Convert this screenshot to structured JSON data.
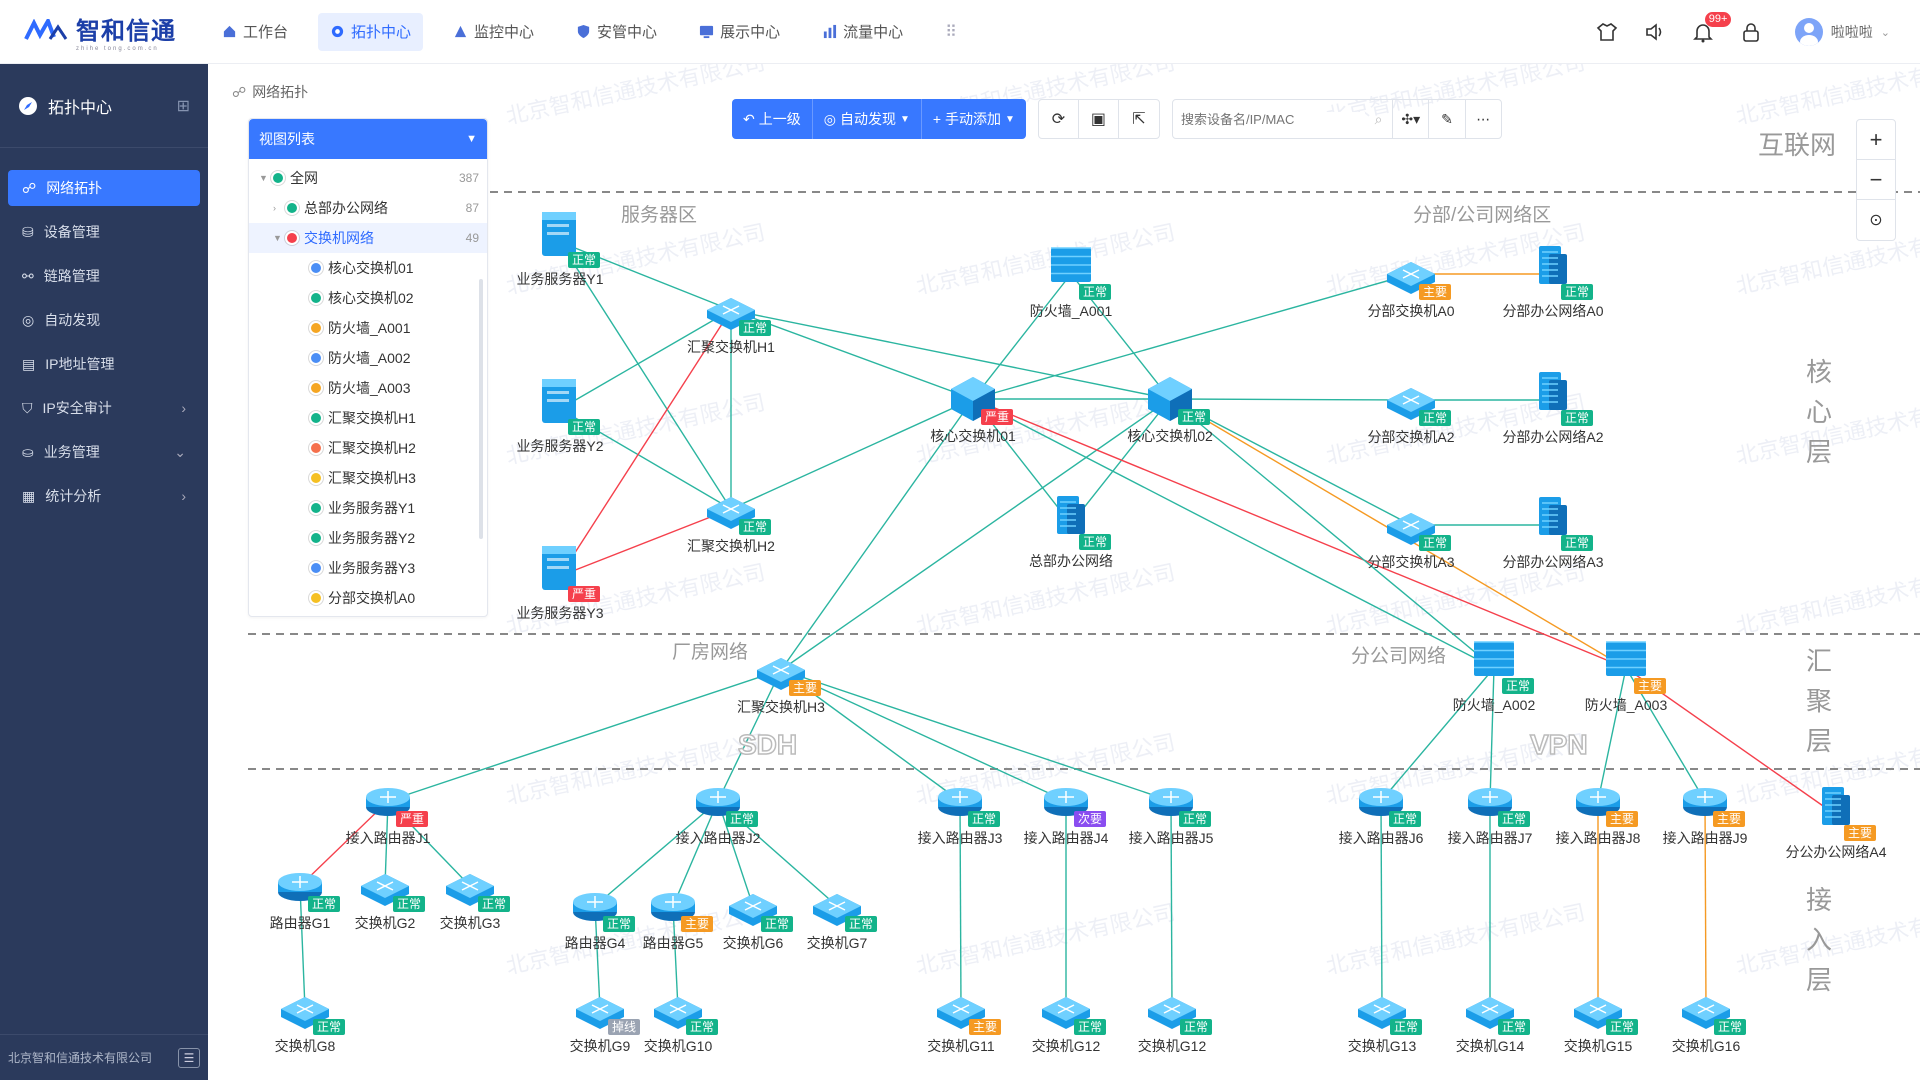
{
  "app": {
    "logo_text": "智和信通",
    "logo_sub": "zhihe tong.com.cn"
  },
  "nav": [
    {
      "label": "工作台"
    },
    {
      "label": "拓扑中心"
    },
    {
      "label": "监控中心"
    },
    {
      "label": "安管中心"
    },
    {
      "label": "展示中心"
    },
    {
      "label": "流量中心"
    }
  ],
  "topbar": {
    "badge": "99+",
    "user": "啦啦啦"
  },
  "sidebar": {
    "title": "拓扑中心",
    "items": [
      {
        "label": "网络拓扑"
      },
      {
        "label": "设备管理"
      },
      {
        "label": "链路管理"
      },
      {
        "label": "自动发现"
      },
      {
        "label": "IP地址管理"
      },
      {
        "label": "IP安全审计"
      },
      {
        "label": "业务管理"
      },
      {
        "label": "统计分析"
      }
    ],
    "footer": "北京智和信通技术有限公司"
  },
  "breadcrumb": "网络拓扑",
  "tree": {
    "header": "视图列表",
    "nodes": [
      {
        "label": "全网",
        "count": "387"
      },
      {
        "label": "总部办公网络",
        "count": "87"
      },
      {
        "label": "交换机网络",
        "count": "49"
      },
      {
        "label": "核心交换机01"
      },
      {
        "label": "核心交换机02"
      },
      {
        "label": "防火墙_A001"
      },
      {
        "label": "防火墙_A002"
      },
      {
        "label": "防火墙_A003"
      },
      {
        "label": "汇聚交换机H1"
      },
      {
        "label": "汇聚交换机H2"
      },
      {
        "label": "汇聚交换机H3"
      },
      {
        "label": "业务服务器Y1"
      },
      {
        "label": "业务服务器Y2"
      },
      {
        "label": "业务服务器Y3"
      },
      {
        "label": "分部交换机A0"
      }
    ]
  },
  "toolbar": {
    "up": "上一级",
    "auto": "自动发现",
    "manual": "手动添加",
    "search_placeholder": "搜索设备名/IP/MAC"
  },
  "topology": {
    "layers": [
      {
        "label": "互联网"
      },
      {
        "label": "核心层"
      },
      {
        "label": "汇聚层"
      },
      {
        "label": "接入层"
      }
    ],
    "zones": [
      "服务器区",
      "分部/公司网络区",
      "厂房网络",
      "分公司网络"
    ],
    "big_labels": [
      "SDH",
      "VPN"
    ],
    "watermark": "北京智和信通技术有限公司",
    "status_colors": {
      "正常": "#13b38a",
      "严重": "#f5404c",
      "主要": "#f59a23",
      "掉线": "#9aa3b2",
      "次要": "#8a4df0"
    },
    "nodes": [
      {
        "id": "Y1",
        "label": "业务服务器Y1",
        "type": "server",
        "status": "正常"
      },
      {
        "id": "Y2",
        "label": "业务服务器Y2",
        "type": "server",
        "status": "正常"
      },
      {
        "id": "Y3",
        "label": "业务服务器Y3",
        "type": "server",
        "status": "严重"
      },
      {
        "id": "H1",
        "label": "汇聚交换机H1",
        "type": "switch",
        "status": "正常"
      },
      {
        "id": "H2",
        "label": "汇聚交换机H2",
        "type": "switch",
        "status": "正常"
      },
      {
        "id": "FW1",
        "label": "防火墙_A001",
        "type": "firewall",
        "status": "正常"
      },
      {
        "id": "C1",
        "label": "核心交换机01",
        "type": "core",
        "status": "严重"
      },
      {
        "id": "C2",
        "label": "核心交换机02",
        "type": "core",
        "status": "正常"
      },
      {
        "id": "HQ",
        "label": "总部办公网络",
        "type": "net",
        "status": "正常"
      },
      {
        "id": "A0",
        "label": "分部交换机A0",
        "type": "switch",
        "status": "主要"
      },
      {
        "id": "N0",
        "label": "分部办公网络A0",
        "type": "net",
        "status": "正常"
      },
      {
        "id": "A2",
        "label": "分部交换机A2",
        "type": "switch",
        "status": "正常"
      },
      {
        "id": "N2",
        "label": "分部办公网络A2",
        "type": "net",
        "status": "正常"
      },
      {
        "id": "A3",
        "label": "分部交换机A3",
        "type": "switch",
        "status": "正常"
      },
      {
        "id": "N3",
        "label": "分部办公网络A3",
        "type": "net",
        "status": "正常"
      },
      {
        "id": "H3",
        "label": "汇聚交换机H3",
        "type": "switch",
        "status": "主要"
      },
      {
        "id": "FW2",
        "label": "防火墙_A002",
        "type": "firewall",
        "status": "正常"
      },
      {
        "id": "FW3",
        "label": "防火墙_A003",
        "type": "firewall",
        "status": "主要"
      },
      {
        "id": "J1",
        "label": "接入路由器J1",
        "type": "router",
        "status": "严重"
      },
      {
        "id": "J2",
        "label": "接入路由器J2",
        "type": "router",
        "status": "正常"
      },
      {
        "id": "J3",
        "label": "接入路由器J3",
        "type": "router",
        "status": "正常"
      },
      {
        "id": "J4",
        "label": "接入路由器J4",
        "type": "router",
        "status": "次要"
      },
      {
        "id": "J5",
        "label": "接入路由器J5",
        "type": "router",
        "status": "正常"
      },
      {
        "id": "J6",
        "label": "接入路由器J6",
        "type": "router",
        "status": "正常"
      },
      {
        "id": "J7",
        "label": "接入路由器J7",
        "type": "router",
        "status": "正常"
      },
      {
        "id": "J8",
        "label": "接入路由器J8",
        "type": "router",
        "status": "主要"
      },
      {
        "id": "J9",
        "label": "接入路由器J9",
        "type": "router",
        "status": "主要"
      },
      {
        "id": "N4",
        "label": "分公办公网络A4",
        "type": "net",
        "status": "主要"
      },
      {
        "id": "G1",
        "label": "路由器G1",
        "type": "router",
        "status": "正常"
      },
      {
        "id": "G2",
        "label": "交换机G2",
        "type": "switch",
        "status": "正常"
      },
      {
        "id": "G3",
        "label": "交换机G3",
        "type": "switch",
        "status": "正常"
      },
      {
        "id": "G4",
        "label": "路由器G4",
        "type": "router",
        "status": "正常"
      },
      {
        "id": "G5",
        "label": "路由器G5",
        "type": "router",
        "status": "主要"
      },
      {
        "id": "G6",
        "label": "交换机G6",
        "type": "switch",
        "status": "正常"
      },
      {
        "id": "G7",
        "label": "交换机G7",
        "type": "switch",
        "status": "正常"
      },
      {
        "id": "G8",
        "label": "交换机G8",
        "type": "switch",
        "status": "正常"
      },
      {
        "id": "G9",
        "label": "交换机G9",
        "type": "switch",
        "status": "掉线"
      },
      {
        "id": "G10",
        "label": "交换机G10",
        "type": "switch",
        "status": "正常"
      },
      {
        "id": "G11",
        "label": "交换机G11",
        "type": "switch",
        "status": "主要"
      },
      {
        "id": "G12a",
        "label": "交换机G12",
        "type": "switch",
        "status": "正常"
      },
      {
        "id": "G12b",
        "label": "交换机G12",
        "type": "switch",
        "status": "正常"
      },
      {
        "id": "G13",
        "label": "交换机G13",
        "type": "switch",
        "status": "正常"
      },
      {
        "id": "G14",
        "label": "交换机G14",
        "type": "switch",
        "status": "正常"
      },
      {
        "id": "G15",
        "label": "交换机G15",
        "type": "switch",
        "status": "正常"
      },
      {
        "id": "G16",
        "label": "交换机G16",
        "type": "switch",
        "status": "正常"
      }
    ],
    "links": [
      [
        "Y1",
        "H1",
        "正常"
      ],
      [
        "Y1",
        "H2",
        "正常"
      ],
      [
        "Y2",
        "H1",
        "正常"
      ],
      [
        "Y2",
        "H2",
        "正常"
      ],
      [
        "Y3",
        "H1",
        "严重"
      ],
      [
        "Y3",
        "H2",
        "严重"
      ],
      [
        "H1",
        "H2",
        "正常"
      ],
      [
        "H1",
        "C1",
        "正常"
      ],
      [
        "H1",
        "C2",
        "正常"
      ],
      [
        "H2",
        "C1",
        "正常"
      ],
      [
        "FW1",
        "C1",
        "正常"
      ],
      [
        "FW1",
        "C2",
        "正常"
      ],
      [
        "C1",
        "C2",
        "正常"
      ],
      [
        "C1",
        "HQ",
        "正常"
      ],
      [
        "C2",
        "HQ",
        "正常"
      ],
      [
        "C1",
        "A0",
        "正常"
      ],
      [
        "C2",
        "A2",
        "正常"
      ],
      [
        "C2",
        "A3",
        "正常"
      ],
      [
        "A0",
        "N0",
        "主要"
      ],
      [
        "A2",
        "N2",
        "正常"
      ],
      [
        "A3",
        "N3",
        "正常"
      ],
      [
        "C1",
        "H3",
        "正常"
      ],
      [
        "C2",
        "H3",
        "正常"
      ],
      [
        "C1",
        "FW3",
        "严重"
      ],
      [
        "C2",
        "FW3",
        "主要"
      ],
      [
        "C2",
        "FW2",
        "正常"
      ],
      [
        "C1",
        "FW2",
        "正常"
      ],
      [
        "H3",
        "J1",
        "正常"
      ],
      [
        "H3",
        "J2",
        "正常"
      ],
      [
        "H3",
        "J3",
        "正常"
      ],
      [
        "H3",
        "J4",
        "正常"
      ],
      [
        "H3",
        "J5",
        "正常"
      ],
      [
        "FW2",
        "J6",
        "正常"
      ],
      [
        "FW2",
        "J7",
        "正常"
      ],
      [
        "FW3",
        "J8",
        "正常"
      ],
      [
        "FW3",
        "J9",
        "正常"
      ],
      [
        "FW3",
        "N4",
        "严重"
      ],
      [
        "J1",
        "G1",
        "严重"
      ],
      [
        "J1",
        "G2",
        "正常"
      ],
      [
        "J1",
        "G3",
        "正常"
      ],
      [
        "G1",
        "G8",
        "正常"
      ],
      [
        "J2",
        "G4",
        "正常"
      ],
      [
        "J2",
        "G5",
        "正常"
      ],
      [
        "J2",
        "G6",
        "正常"
      ],
      [
        "J2",
        "G7",
        "正常"
      ],
      [
        "G4",
        "G9",
        "正常"
      ],
      [
        "G5",
        "G10",
        "正常"
      ],
      [
        "J3",
        "G11",
        "正常"
      ],
      [
        "J4",
        "G12a",
        "正常"
      ],
      [
        "J5",
        "G12b",
        "正常"
      ],
      [
        "J6",
        "G13",
        "正常"
      ],
      [
        "J7",
        "G14",
        "正常"
      ],
      [
        "J8",
        "G15",
        "主要"
      ],
      [
        "J9",
        "G16",
        "主要"
      ]
    ]
  }
}
